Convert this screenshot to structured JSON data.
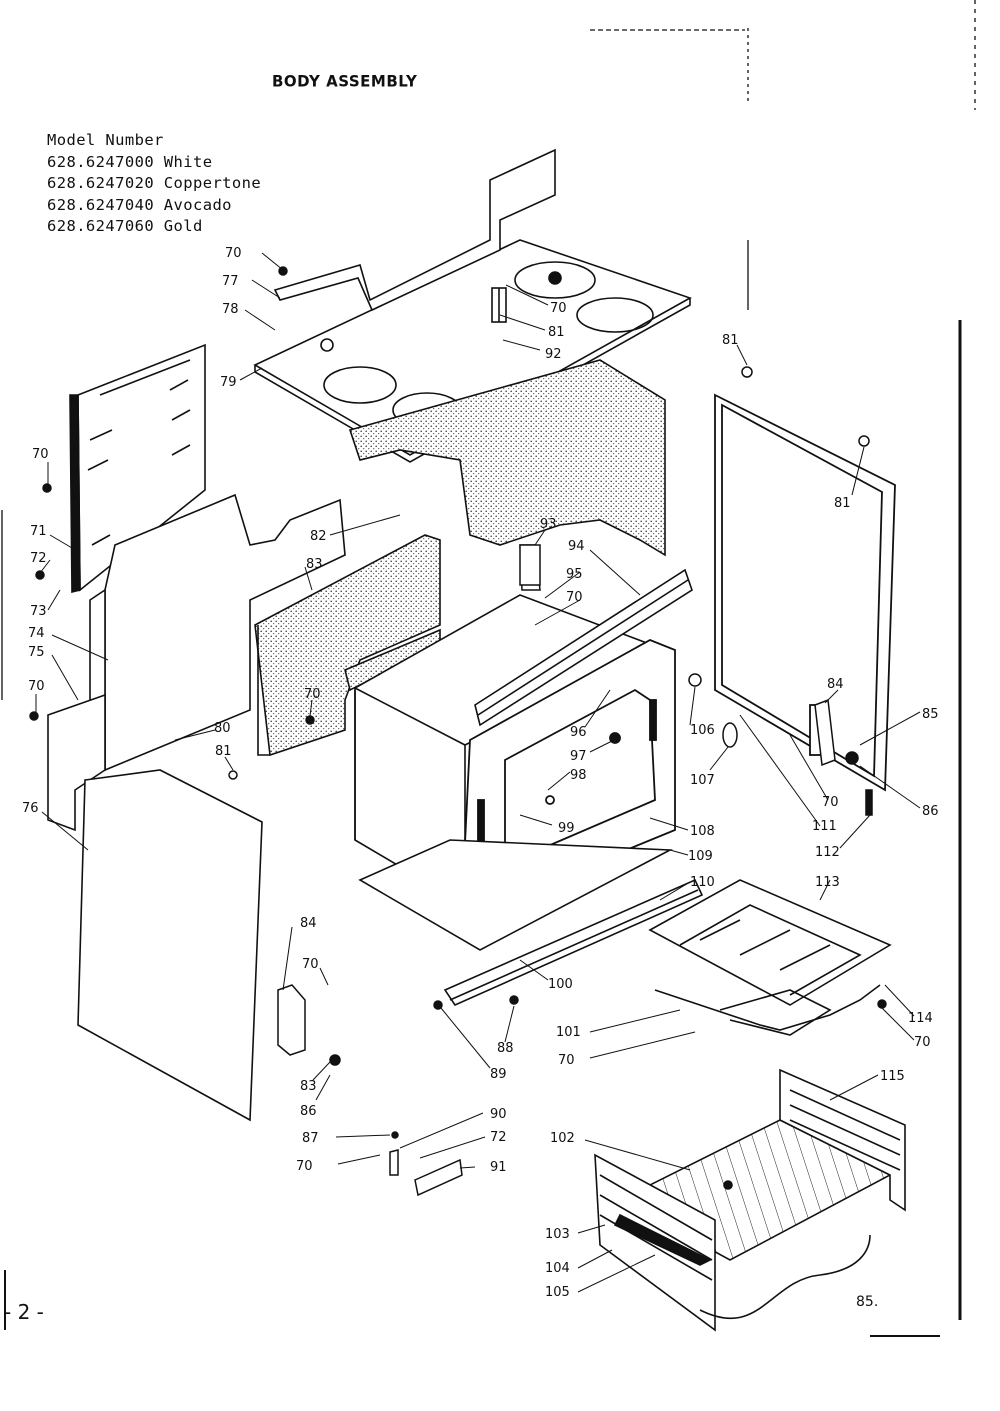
{
  "title": "BODY ASSEMBLY",
  "model_heading": "Model Number",
  "models": [
    "628.6247000 White",
    "628.6247020 Coppertone",
    "628.6247040 Avocado",
    "628.6247060 Gold"
  ],
  "page_number": "- 2 -",
  "stamp": "85.",
  "callouts": {
    "c70a": "70",
    "c77": "77",
    "c78": "78",
    "c79": "79",
    "c70b": "70",
    "c81a": "81",
    "c92": "92",
    "c81b": "81",
    "c81c": "81",
    "c70c": "70",
    "c71": "71",
    "c72a": "72",
    "c73": "73",
    "c74": "74",
    "c75": "75",
    "c70d": "70",
    "c76": "76",
    "c80": "80",
    "c81d": "81",
    "c82": "82",
    "c83a": "83",
    "c70e": "70",
    "c93": "93",
    "c94": "94",
    "c95": "95",
    "c70f": "70",
    "c96": "96",
    "c97": "97",
    "c98": "98",
    "c99": "99",
    "c106": "106",
    "c107": "107",
    "c108": "108",
    "c109": "109",
    "c84a": "84",
    "c85": "85",
    "c86a": "86",
    "c70g": "70",
    "c111": "111",
    "c112": "112",
    "c110": "110",
    "c113": "113",
    "c114": "114",
    "c70h": "70",
    "c100": "100",
    "c88": "88",
    "c89": "89",
    "c101": "101",
    "c70i": "70",
    "c115": "115",
    "c84b": "84",
    "c70j": "70",
    "c83b": "83",
    "c86b": "86",
    "c87": "87",
    "c90": "90",
    "c72b": "72",
    "c91": "91",
    "c70k": "70",
    "c102": "102",
    "c103": "103",
    "c104": "104",
    "c105": "105"
  }
}
